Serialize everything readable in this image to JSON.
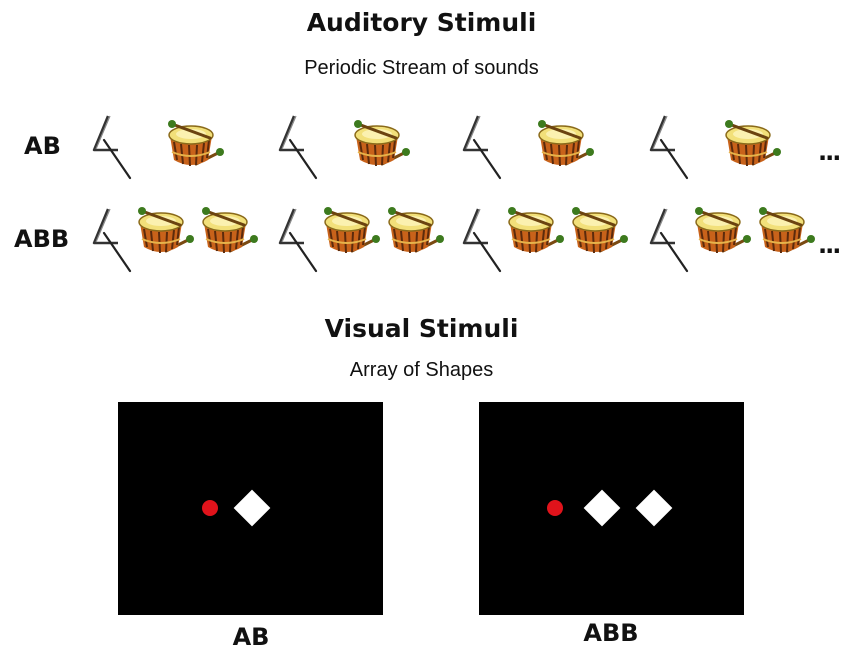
{
  "auditory": {
    "title": "Auditory Stimuli",
    "subtitle": "Periodic Stream of sounds",
    "rows": [
      {
        "label": "AB",
        "pattern": [
          "triangle-icon",
          "drum-icon"
        ],
        "ellipsis": "..."
      },
      {
        "label": "ABB",
        "pattern": [
          "triangle-icon",
          "drum-icon",
          "drum-icon"
        ],
        "ellipsis": "..."
      }
    ]
  },
  "visual": {
    "title": "Visual Stimuli",
    "subtitle": "Array of Shapes",
    "panels": [
      {
        "label": "AB",
        "shapes": [
          "red-circle",
          "white-diamond"
        ]
      },
      {
        "label": "ABB",
        "shapes": [
          "red-circle",
          "white-diamond",
          "white-diamond"
        ]
      }
    ]
  },
  "colors": {
    "panel_background": "#000000",
    "circle": "#e0131b",
    "diamond": "#ffffff",
    "drum_body": "#c8621a",
    "drum_head": "#f2e07a"
  }
}
